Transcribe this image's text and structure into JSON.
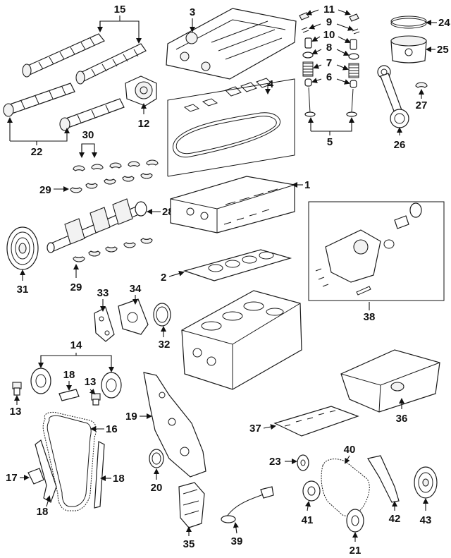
{
  "callouts": {
    "c1": "1",
    "c2": "2",
    "c3": "3",
    "c4": "4",
    "c5": "5",
    "c6": "6",
    "c7": "7",
    "c8": "8",
    "c9": "9",
    "c10": "10",
    "c11": "11",
    "c12": "12",
    "c13a": "13",
    "c13b": "13",
    "c14": "14",
    "c15": "15",
    "c16": "16",
    "c17": "17",
    "c18a": "18",
    "c18b": "18",
    "c18c": "18",
    "c19": "19",
    "c20": "20",
    "c21": "21",
    "c22": "22",
    "c23": "23",
    "c24": "24",
    "c25": "25",
    "c26": "26",
    "c27": "27",
    "c28": "28",
    "c29a": "29",
    "c29b": "29",
    "c30": "30",
    "c31": "31",
    "c32": "32",
    "c33": "33",
    "c34": "34",
    "c35": "35",
    "c36": "36",
    "c37": "37",
    "c38": "38",
    "c39": "39",
    "c40": "40",
    "c41": "41",
    "c42": "42",
    "c43": "43"
  }
}
